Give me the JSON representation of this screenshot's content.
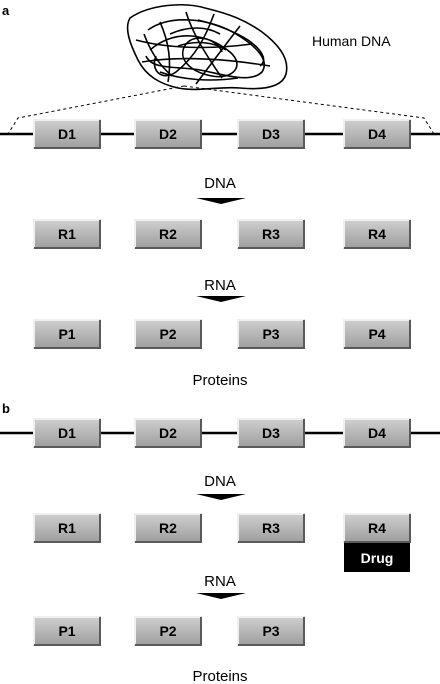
{
  "panel_a": {
    "letter": "a",
    "title": "Human DNA",
    "dna_label": "DNA",
    "rna_label": "RNA",
    "proteins_label": "Proteins",
    "dna_boxes": [
      "D1",
      "D2",
      "D3",
      "D4"
    ],
    "rna_boxes": [
      "R1",
      "R2",
      "R3",
      "R4"
    ],
    "protein_boxes": [
      "P1",
      "P2",
      "P3",
      "P4"
    ]
  },
  "panel_b": {
    "letter": "b",
    "dna_label": "DNA",
    "rna_label": "RNA",
    "proteins_label": "Proteins",
    "dna_boxes": [
      "D1",
      "D2",
      "D3",
      "D4"
    ],
    "rna_boxes": [
      "R1",
      "R2",
      "R3",
      "R4"
    ],
    "drug_label": "Drug",
    "protein_boxes": [
      "P1",
      "P2",
      "P3"
    ]
  },
  "colors": {
    "box_fill": "#a9a9a9",
    "box_light": "#e4e4e4",
    "box_dark": "#5a5a5a",
    "drug_fill": "#000000",
    "line": "#000000"
  }
}
